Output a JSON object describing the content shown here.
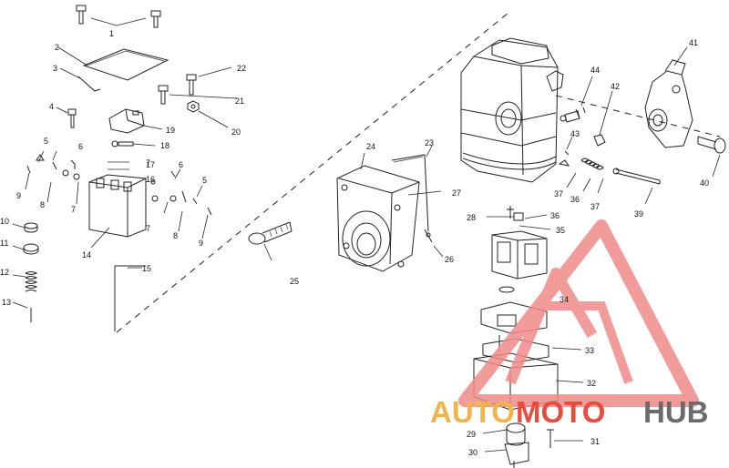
{
  "diagram": {
    "callouts": [
      {
        "id": "c1",
        "text": "1"
      },
      {
        "id": "c2",
        "text": "2"
      },
      {
        "id": "c3",
        "text": "3"
      },
      {
        "id": "c4",
        "text": "4"
      },
      {
        "id": "c5a",
        "text": "5"
      },
      {
        "id": "c5b",
        "text": "5"
      },
      {
        "id": "c6a",
        "text": "6"
      },
      {
        "id": "c6b",
        "text": "6"
      },
      {
        "id": "c7a",
        "text": "7"
      },
      {
        "id": "c7b",
        "text": "7"
      },
      {
        "id": "c7c",
        "text": "7"
      },
      {
        "id": "c8a",
        "text": "8"
      },
      {
        "id": "c8b",
        "text": "8"
      },
      {
        "id": "c9a",
        "text": "9"
      },
      {
        "id": "c9b",
        "text": "9"
      },
      {
        "id": "c10",
        "text": "10"
      },
      {
        "id": "c11",
        "text": "11"
      },
      {
        "id": "c12",
        "text": "12"
      },
      {
        "id": "c13",
        "text": "13"
      },
      {
        "id": "c14",
        "text": "14"
      },
      {
        "id": "c15",
        "text": "15"
      },
      {
        "id": "c16",
        "text": "16"
      },
      {
        "id": "c17",
        "text": "17"
      },
      {
        "id": "c18",
        "text": "18"
      },
      {
        "id": "c19",
        "text": "19"
      },
      {
        "id": "c20",
        "text": "20"
      },
      {
        "id": "c21",
        "text": "21"
      },
      {
        "id": "c22",
        "text": "22"
      },
      {
        "id": "c23",
        "text": "23"
      },
      {
        "id": "c24",
        "text": "24"
      },
      {
        "id": "c25",
        "text": "25"
      },
      {
        "id": "c26",
        "text": "26"
      },
      {
        "id": "c27",
        "text": "27"
      },
      {
        "id": "c28",
        "text": "28"
      },
      {
        "id": "c29",
        "text": "29"
      },
      {
        "id": "c30",
        "text": "30"
      },
      {
        "id": "c31",
        "text": "31"
      },
      {
        "id": "c32",
        "text": "32"
      },
      {
        "id": "c33",
        "text": "33"
      },
      {
        "id": "c34",
        "text": "34"
      },
      {
        "id": "c35",
        "text": "35"
      },
      {
        "id": "c36a",
        "text": "36"
      },
      {
        "id": "c36b",
        "text": "36"
      },
      {
        "id": "c37a",
        "text": "37"
      },
      {
        "id": "c37b",
        "text": "37"
      },
      {
        "id": "c39",
        "text": "39"
      },
      {
        "id": "c40",
        "text": "40"
      },
      {
        "id": "c41",
        "text": "41"
      },
      {
        "id": "c42",
        "text": "42"
      },
      {
        "id": "c43",
        "text": "43"
      },
      {
        "id": "c44",
        "text": "44"
      }
    ]
  },
  "watermark": {
    "part1": "AUTO",
    "part2": "MOTO",
    "part3": "HUB",
    "colors": {
      "auto": "#f0b44a",
      "moto": "#e94b3c",
      "hub": "#6b6b6b",
      "logo": "#f08a8a"
    }
  }
}
